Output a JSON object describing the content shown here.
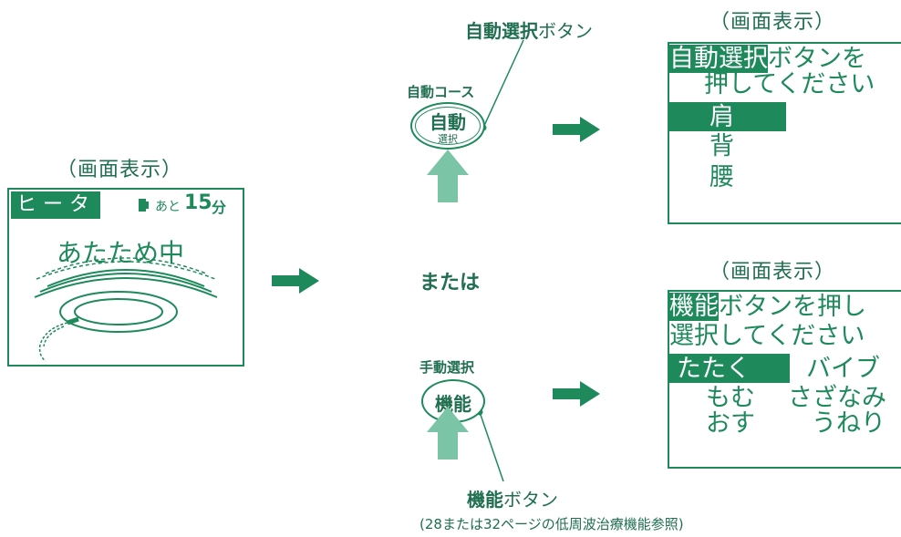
{
  "left_screen": {
    "caption": "（画面表示）",
    "mode_label": "ヒ ー タ",
    "time_prefix": "あと",
    "time_value": "15",
    "time_unit": "分",
    "status_text": "あたため中"
  },
  "auto_button": {
    "annotation_bold": "自動選択",
    "annotation_rest": "ボタン",
    "course_label": "自動コース",
    "oval_main": "自動",
    "oval_sub": "選択"
  },
  "or_label": "または",
  "manual_button": {
    "title": "手動選択",
    "oval_main": "機能",
    "annotation_bold": "機能",
    "annotation_rest": "ボタン",
    "note": "(28または32ページの低周波治療機能参照)"
  },
  "auto_screen": {
    "caption": "（画面表示）",
    "line1_highlight": "自動選択",
    "line1_rest": "ボタンを",
    "line2": "押してください",
    "items": [
      "肩",
      "背",
      "腰"
    ]
  },
  "manual_screen": {
    "caption": "（画面表示）",
    "line1_highlight": "機能",
    "line1_rest": "ボタンを押し",
    "line2": "選択してください",
    "row1_left": "たたく",
    "row1_right": "バイブ",
    "row2_left": "もむ",
    "row2_right": "さざなみ",
    "row3_left": "おす",
    "row3_right": "うねり"
  },
  "colors": {
    "accent": "#1e8a5c",
    "arrow_up": "#7cc4a6"
  }
}
